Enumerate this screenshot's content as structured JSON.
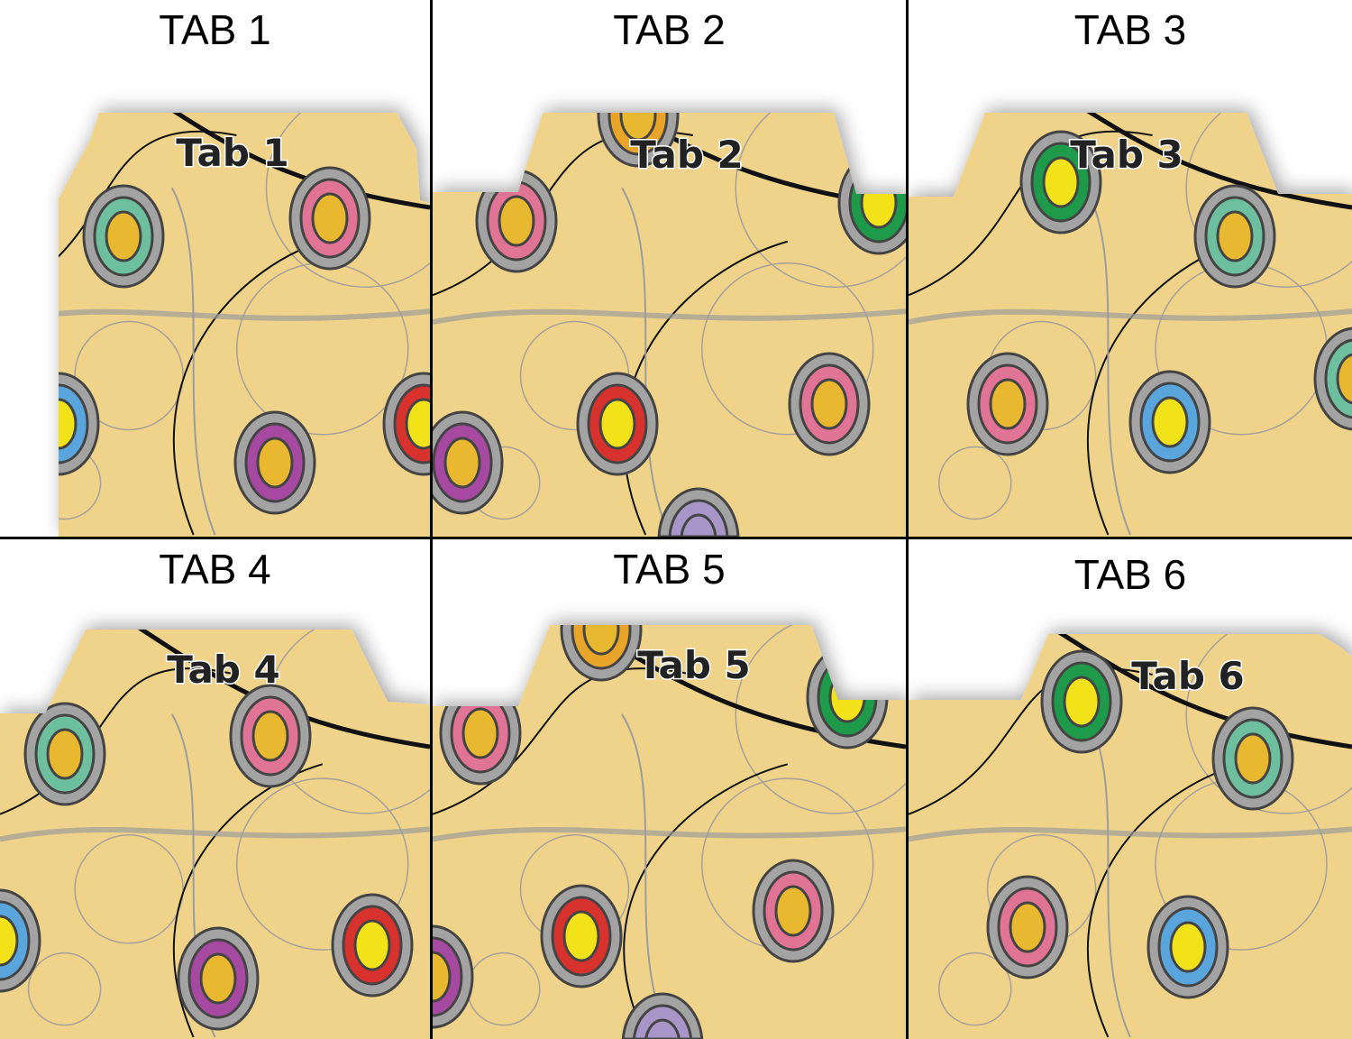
{
  "panels": [
    {
      "title": "TAB 1",
      "tab_label": "Tab 1"
    },
    {
      "title": "TAB 2",
      "tab_label": "Tab 2"
    },
    {
      "title": "TAB 3",
      "tab_label": "Tab 3"
    },
    {
      "title": "TAB 4",
      "tab_label": "Tab 4"
    },
    {
      "title": "TAB 5",
      "tab_label": "Tab 5"
    },
    {
      "title": "TAB 6",
      "tab_label": "Tab 6"
    }
  ],
  "colors": {
    "paper": "#f0d38a",
    "ring": "#a3a3a3",
    "outline": "#444444",
    "teal": "#6dbf9f",
    "pink": "#e07496",
    "blue": "#5aa6dc",
    "purple": "#a54aa0",
    "red": "#d8322f",
    "green": "#1e9a4a",
    "orange": "#e8a52a",
    "lavender": "#a896c8",
    "gold": "#e8b830",
    "yellow": "#f2e21a"
  }
}
